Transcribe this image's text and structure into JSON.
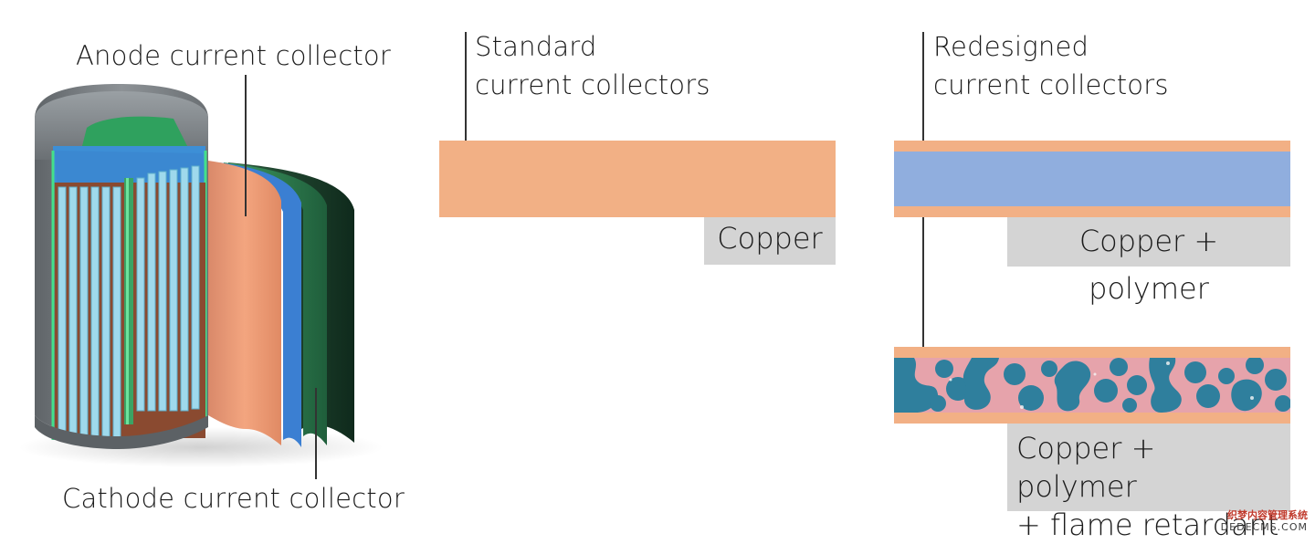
{
  "battery": {
    "anode_label": "Anode current collector",
    "cathode_label": "Cathode current collector"
  },
  "standard": {
    "title_line1": "Standard",
    "title_line2": "current collectors",
    "material_label": "Copper"
  },
  "redesigned": {
    "title_line1": "Redesigned",
    "title_line2": "current collectors",
    "layer1_label": "Copper + polymer",
    "layer2_label_line1": "Copper + polymer",
    "layer2_label_line2": "+ flame retardant"
  },
  "watermark": {
    "cn": "织梦内容管理系统",
    "en": "DEDECMS.COM"
  },
  "colors": {
    "copper": "#f2b085",
    "polymer": "#90aede",
    "flame_retardant_blue": "#2e7e9c",
    "flame_retardant_pink": "#e4a0a8",
    "label_bg": "#d4d4d4"
  }
}
